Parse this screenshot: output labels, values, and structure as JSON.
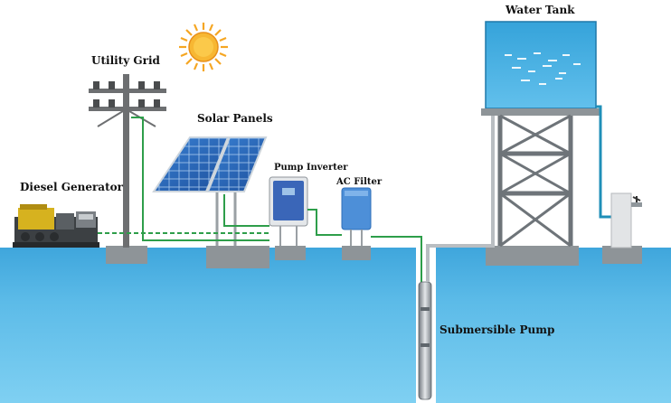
{
  "labels": {
    "utility_grid": "Utility Grid",
    "solar_panels": "Solar Panels",
    "diesel_generator": "Diesel Generator",
    "pump_inverter": "Pump Inverter",
    "ac_filter": "AC Filter",
    "water_tank": "Water Tank",
    "submersible_pump": "Submersible Pump"
  },
  "colors": {
    "ground": "#4fb2e3",
    "ground_light": "#7fcff0",
    "foundation": "#8e9498",
    "wire_green": "#2e9e4a",
    "pipe_gray": "#b9bec2",
    "pipe_blue": "#1f8fb8",
    "panel_blue": "#2f6fc4",
    "inverter_blue": "#3a66b8",
    "sun": "#f5a623"
  }
}
